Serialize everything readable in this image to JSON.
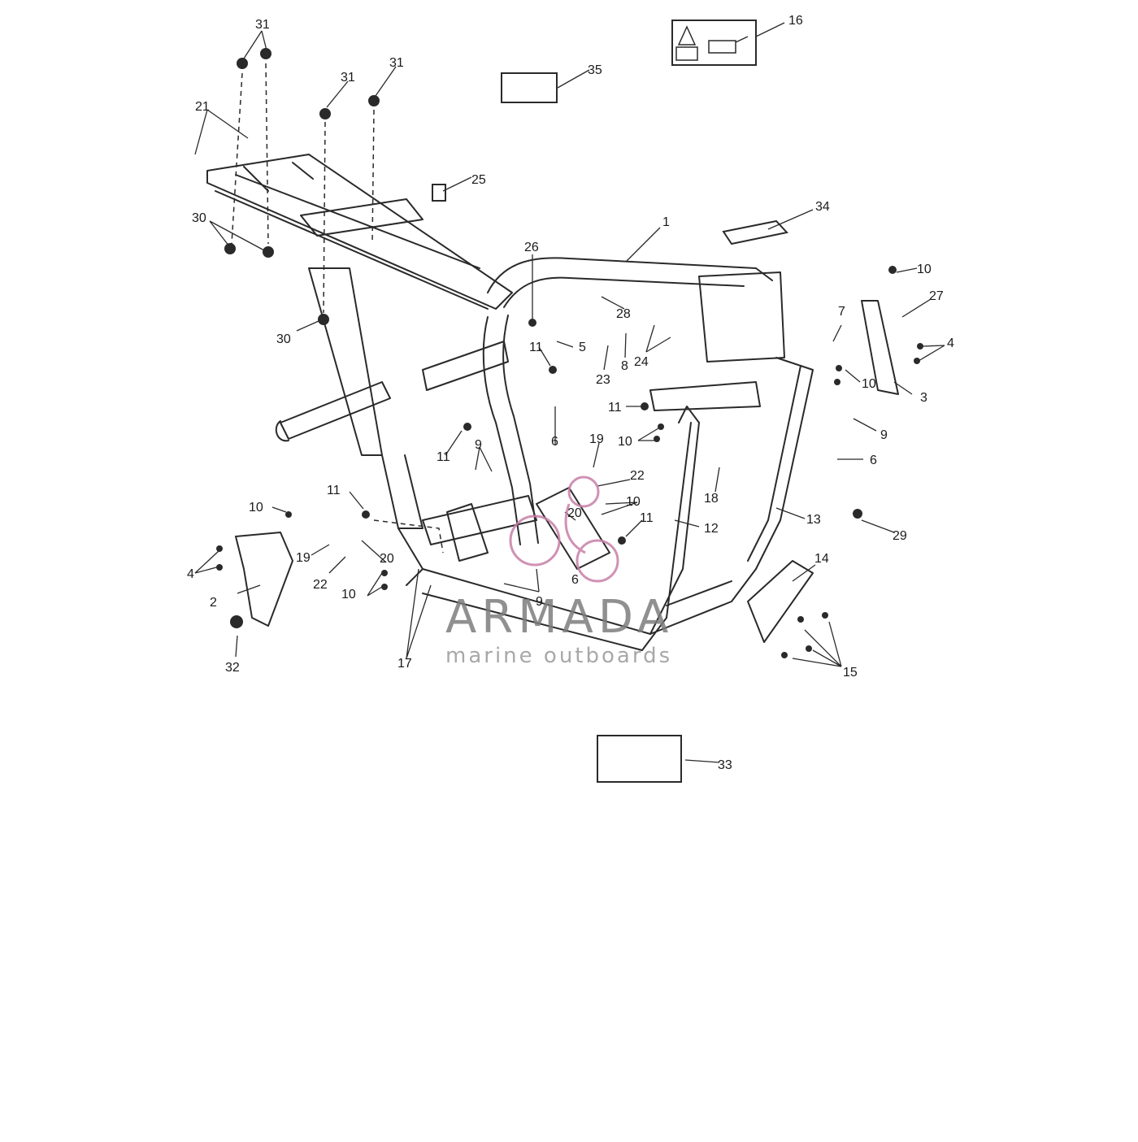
{
  "diagram": {
    "callouts": [
      "1",
      "2",
      "3",
      "4",
      "5",
      "6",
      "7",
      "8",
      "9",
      "10",
      "11",
      "12",
      "13",
      "14",
      "15",
      "16",
      "17",
      "18",
      "19",
      "20",
      "21",
      "22",
      "23",
      "24",
      "25",
      "26",
      "27",
      "28",
      "29",
      "30",
      "31",
      "32",
      "33",
      "34",
      "35"
    ]
  },
  "watermark": {
    "brand": "ARMADA",
    "tagline": "marine outboards",
    "accent_color": "#c77fa8"
  },
  "colors": {
    "line": "#2a2a2a",
    "background": "#ffffff"
  }
}
